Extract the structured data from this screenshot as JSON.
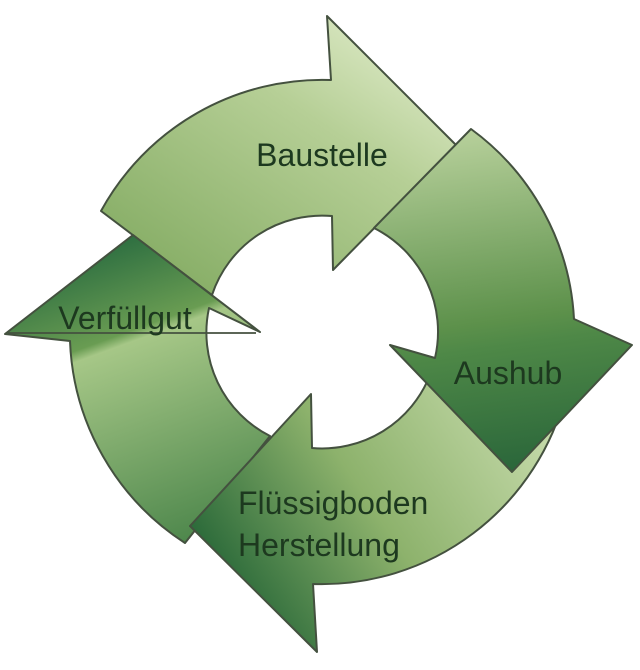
{
  "diagram": {
    "type": "cycle",
    "direction": "clockwise",
    "steps": [
      {
        "id": "baustelle",
        "label": "Baustelle"
      },
      {
        "id": "aushub",
        "label": "Aushub"
      },
      {
        "id": "fluessigboden",
        "label": "Flüssigboden Herstellung",
        "line1": "Flüssigboden",
        "line2": "Herstellung"
      },
      {
        "id": "verfuellgut",
        "label": "Verfüllgut"
      }
    ],
    "colors": {
      "background": "#ffffff",
      "outline": "#44513f",
      "text": "#1d391f",
      "green_lightest": "#dce9c5",
      "green_light": "#b6cf96",
      "green_mid": "#72a156",
      "green_dark": "#2c683a",
      "green_darkest": "#2e6f41"
    }
  }
}
